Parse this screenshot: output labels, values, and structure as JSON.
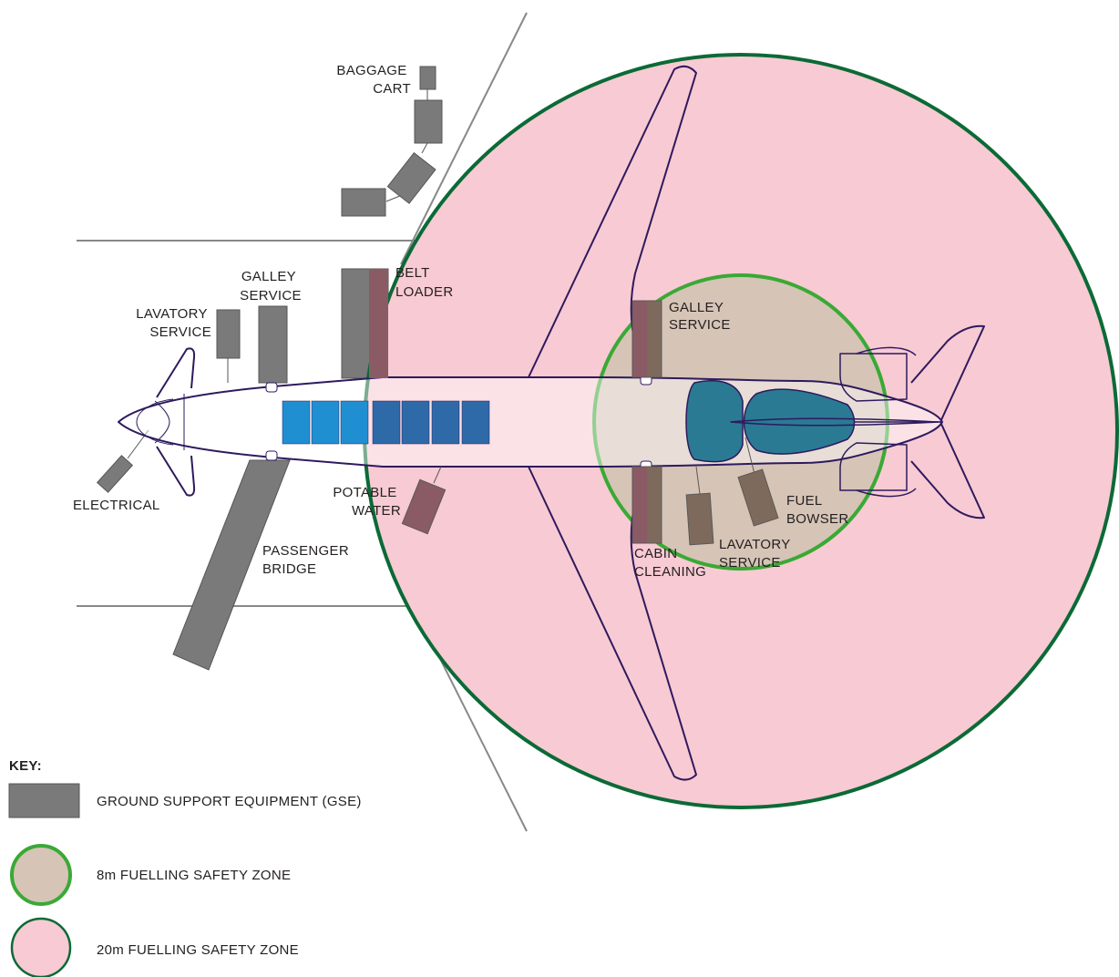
{
  "colors": {
    "gse": "#7a7a7a",
    "gse_stroke": "#5a5a5a",
    "zone_20m_fill": "#f8cad3",
    "zone_20m_stroke": "#0b6a36",
    "zone_8m_fill": "#d6c4b6",
    "zone_8m_stroke": "#3aa935",
    "aircraft_outline": "#2e1a5e",
    "cargo_light": "#1f8fd2",
    "cargo_dark": "#2e6aa8",
    "engine_teal": "#2a7a94",
    "apron_line": "#888888"
  },
  "labels": {
    "baggage_cart": [
      "BAGGAGE",
      "CART"
    ],
    "belt_loader": [
      "BELT",
      "LOADER"
    ],
    "galley_service_left": [
      "GALLEY",
      "SERVICE"
    ],
    "lavatory_service_left": [
      "LAVATORY",
      "SERVICE"
    ],
    "electrical": [
      "ELECTRICAL"
    ],
    "passenger_bridge": [
      "PASSENGER",
      "BRIDGE"
    ],
    "potable_water": [
      "POTABLE",
      "WATER"
    ],
    "galley_service_right": [
      "GALLEY",
      "SERVICE"
    ],
    "cabin_cleaning": [
      "CABIN",
      "CLEANING"
    ],
    "lavatory_service_right": [
      "LAVATORY",
      "SERVICE"
    ],
    "fuel_bowser": [
      "FUEL",
      "BOWSER"
    ]
  },
  "key": {
    "title": "KEY:",
    "gse": "GROUND SUPPORT EQUIPMENT (GSE)",
    "zone_8m": "8m FUELLING SAFETY ZONE",
    "zone_20m": "20m FUELLING SAFETY ZONE"
  }
}
